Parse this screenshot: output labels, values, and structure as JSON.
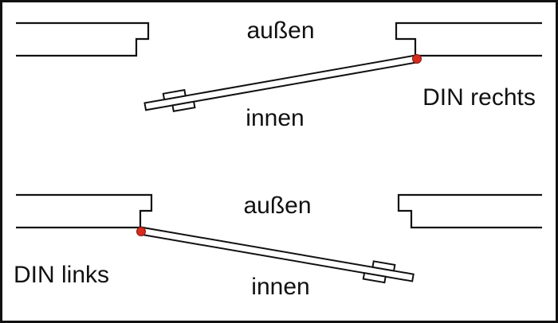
{
  "diagram": {
    "panels": [
      {
        "id": "top",
        "outside_label": "außen",
        "inside_label": "innen",
        "din_label": "DIN rechts",
        "hinge_side": "right"
      },
      {
        "id": "bottom",
        "outside_label": "außen",
        "inside_label": "innen",
        "din_label": "DIN links",
        "hinge_side": "left"
      }
    ],
    "colors": {
      "line": "#111111",
      "hinge_dot": "#d62b1f",
      "background": "#ffffff"
    }
  }
}
